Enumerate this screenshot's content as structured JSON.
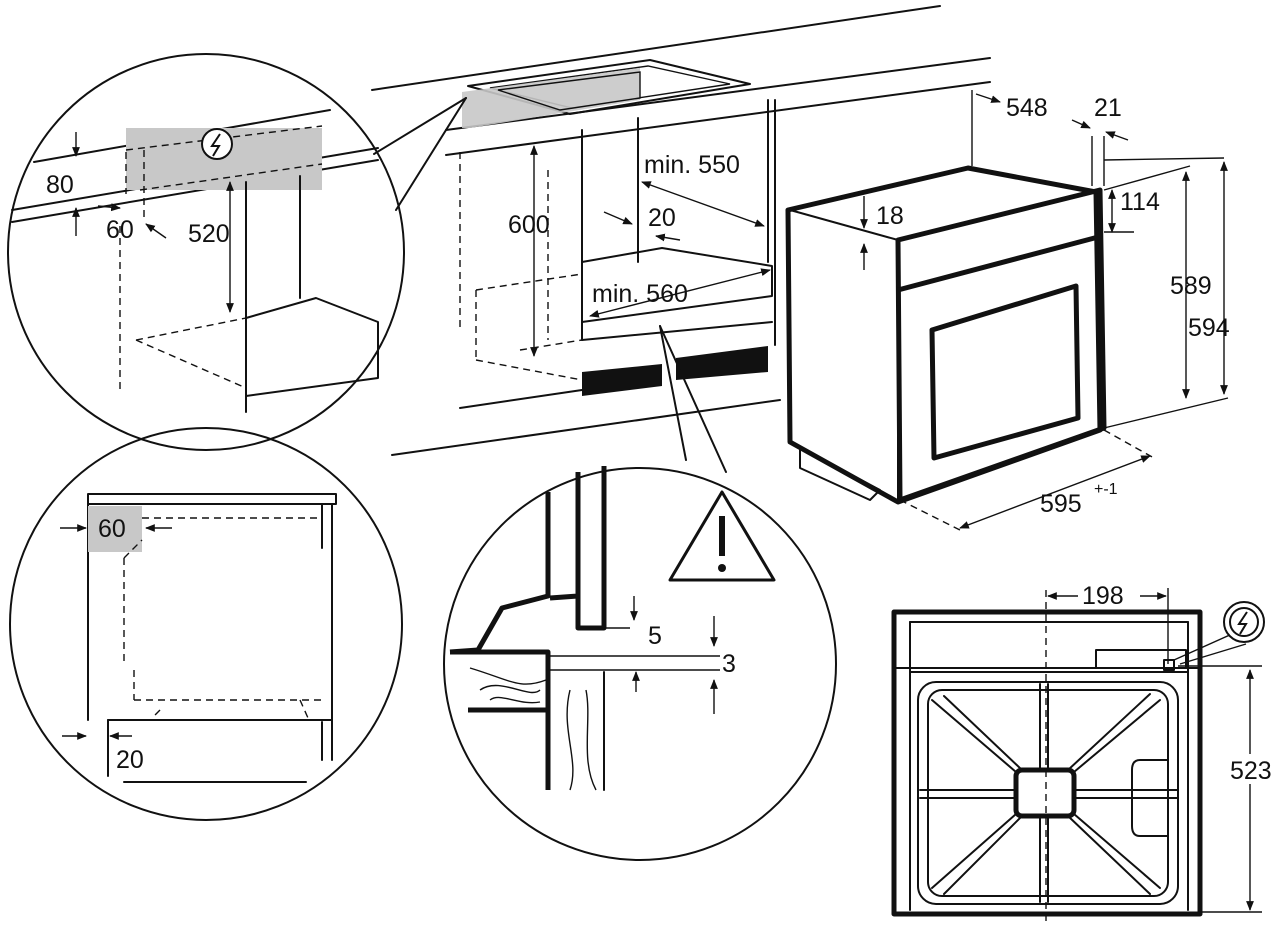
{
  "dimensions": {
    "d80": "80",
    "d60_top": "60",
    "d520": "520",
    "d600": "600",
    "min550": "min. 550",
    "d20_top": "20",
    "min560": "min. 560",
    "d548": "548",
    "d21": "21",
    "d18": "18",
    "d114": "114",
    "d589": "589",
    "d594": "594",
    "d595": "595",
    "d595_tol": "+-1",
    "d60_side": "60",
    "d20_side": "20",
    "d5": "5",
    "d3": "3",
    "d198": "198",
    "d523": "523"
  },
  "icons": {
    "power": "electrical-connection-icon",
    "warning": "warning-triangle-icon"
  },
  "colors": {
    "line": "#111111",
    "highlight": "#c8c8c8",
    "background": "#ffffff"
  }
}
